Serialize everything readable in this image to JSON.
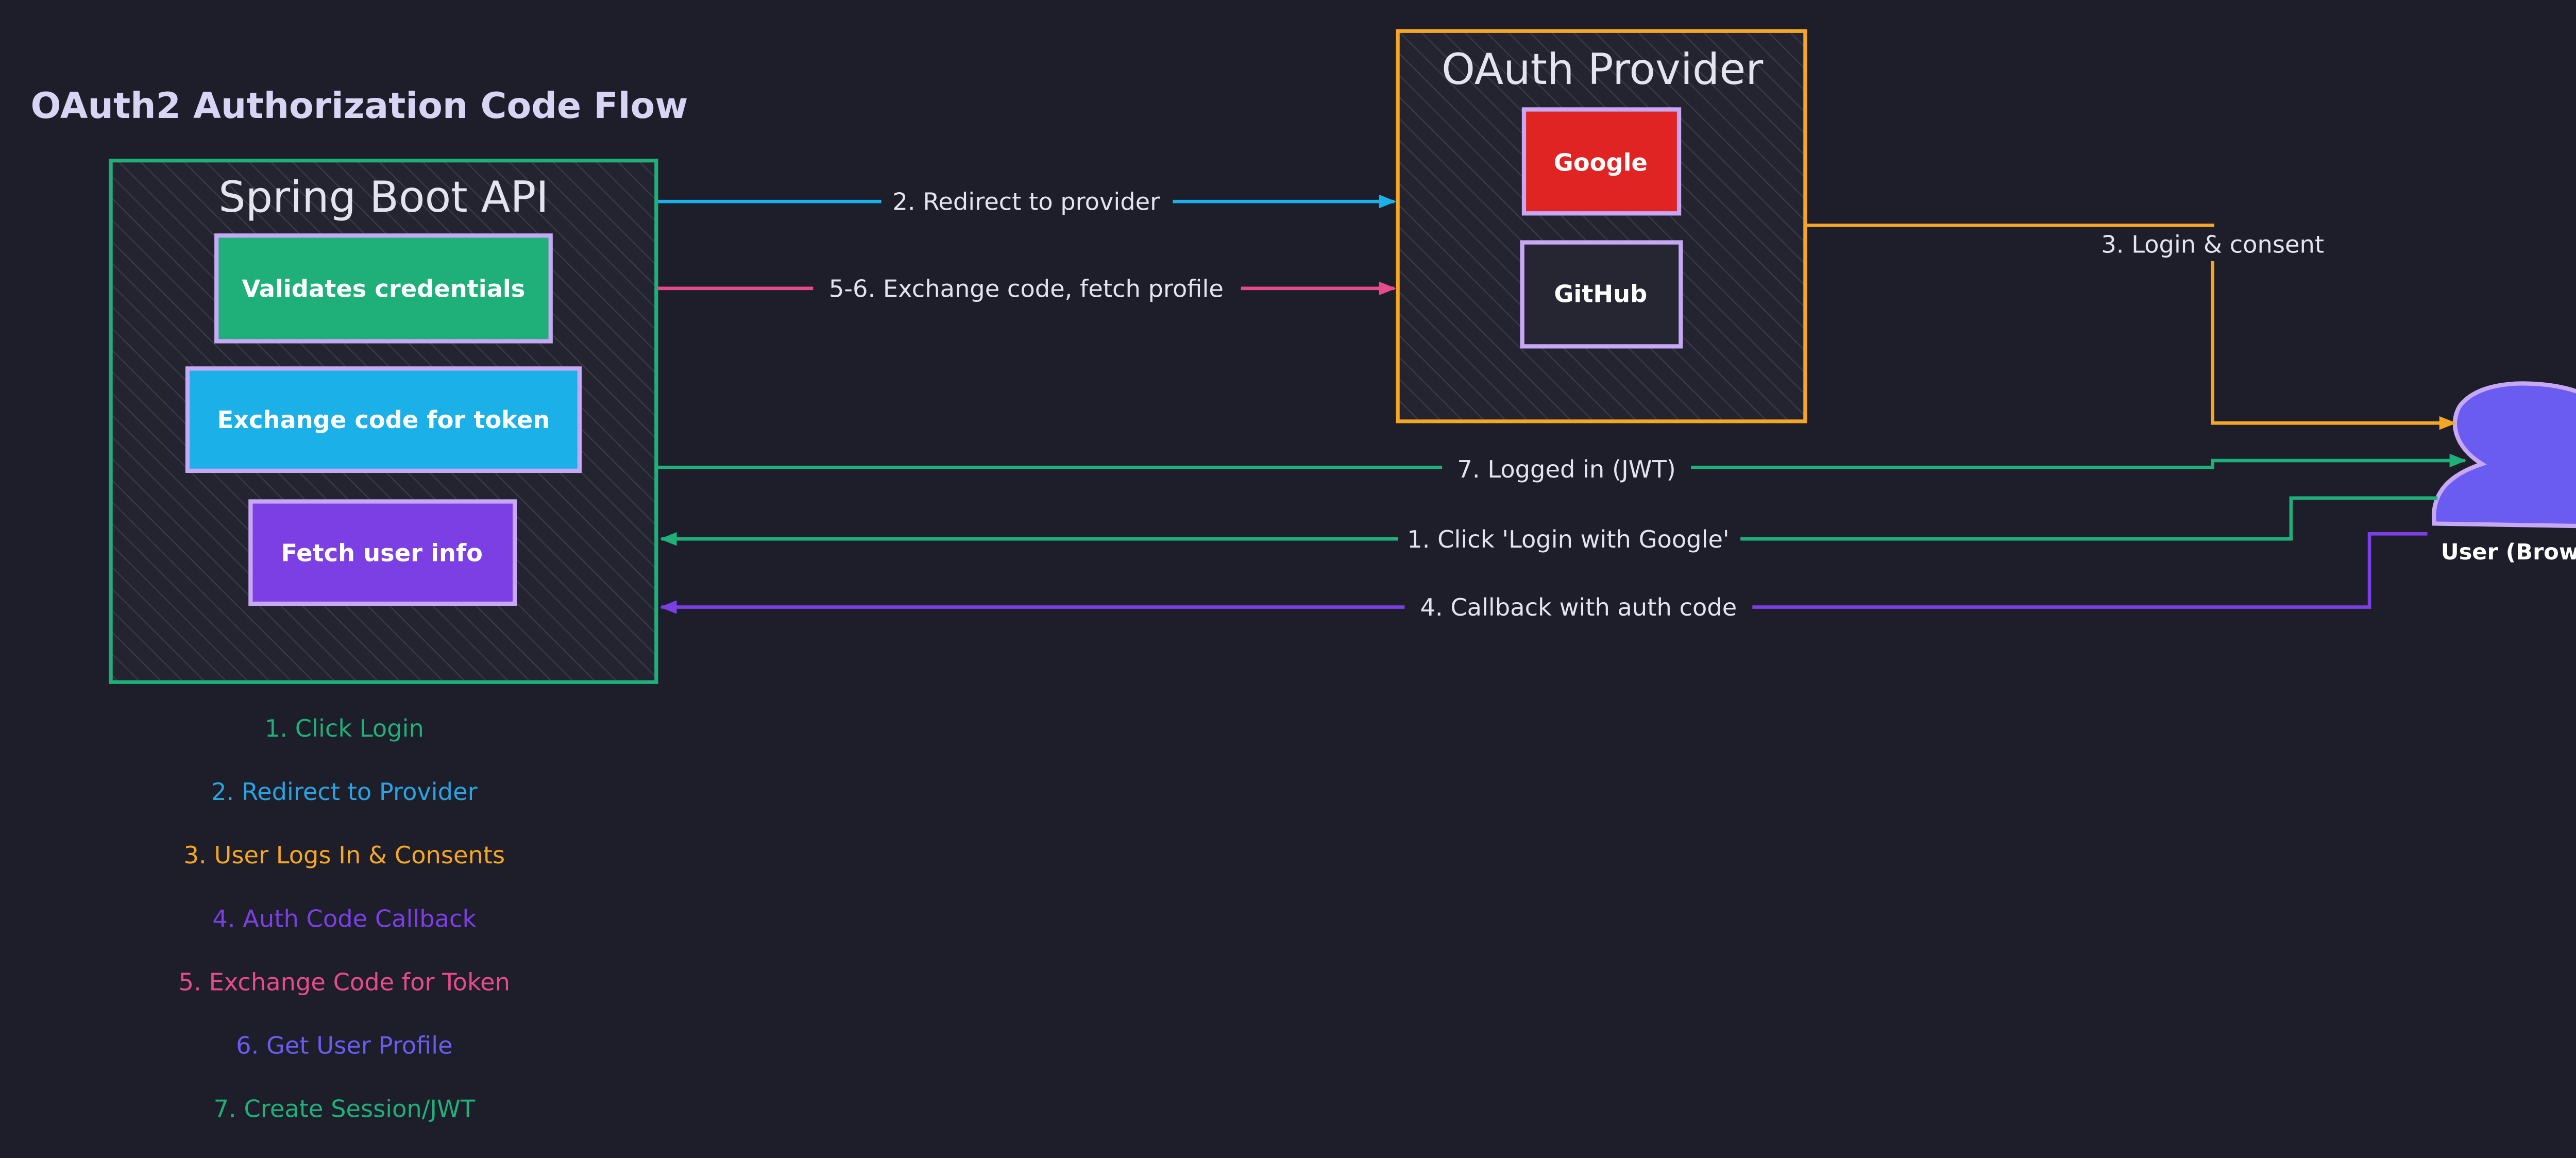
{
  "diagram": {
    "title": "OAuth2 Authorization Code Flow",
    "spring_boot": {
      "title": "Spring Boot API",
      "steps": [
        "Validates credentials",
        "Exchange code for token",
        "Fetch user info"
      ]
    },
    "provider": {
      "title": "OAuth Provider",
      "google": "Google",
      "github": "GitHub"
    },
    "user": {
      "label": "User (Browser)"
    },
    "arrows": {
      "redirect": "2. Redirect to provider",
      "exchange": "5-6. Exchange code, fetch profile",
      "login_consent": "3. Login & consent",
      "logged_in": "7. Logged in (JWT)",
      "click_login": "1. Click 'Login with Google'",
      "callback": "4. Callback with auth code"
    },
    "legend": [
      {
        "text": "1. Click Login",
        "color": "#1fb07a"
      },
      {
        "text": "2. Redirect to Provider",
        "color": "#2aa3e0"
      },
      {
        "text": "3. User Logs In & Consents",
        "color": "#f5a623"
      },
      {
        "text": "4. Auth Code Callback",
        "color": "#7b3fe4"
      },
      {
        "text": "5. Exchange Code for Token",
        "color": "#e84b8a"
      },
      {
        "text": "6. Get User Profile",
        "color": "#6a5cf0"
      },
      {
        "text": "7. Create Session/JWT",
        "color": "#1fb07a"
      }
    ],
    "colors": {
      "background": "#1e1e2b",
      "green": "#1fb07a",
      "blue": "#1bb1e8",
      "orange": "#f5a623",
      "purple": "#7b3fe4",
      "pink": "#e84b8a",
      "red": "#e02424",
      "lavender": "#c7a8f5",
      "user": "#6a5cf0",
      "text": "#e4e4ef"
    }
  }
}
